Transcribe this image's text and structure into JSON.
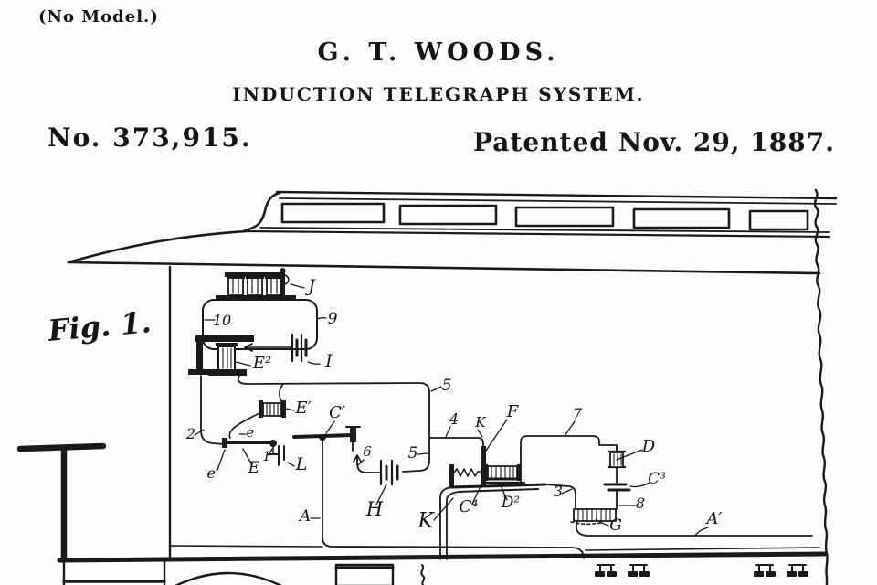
{
  "header": {
    "no_model": "(No Model.)",
    "inventor": "G. T. WOODS.",
    "title": "INDUCTION TELEGRAPH SYSTEM.",
    "patent_number": "No. 373,915.",
    "patent_date": "Patented Nov. 29, 1887."
  },
  "figure": {
    "name": "Fig. 1.",
    "labels": {
      "j": "J",
      "n10": "10",
      "n9": "9",
      "i": "I",
      "e2": "E²",
      "ep": "E′",
      "cp": "C′",
      "n2": "2",
      "e": "e",
      "n1": "1",
      "eprime": "e′",
      "E": "E",
      "L": "L",
      "n5a": "5",
      "n4": "4",
      "k_small": "K",
      "F": "F",
      "n5b": "5",
      "n6": "6",
      "H": "H",
      "A": "A",
      "K": "K",
      "c4": "C⁴",
      "d2": "D²",
      "n3": "3",
      "n7": "7",
      "D": "D",
      "c3": "C³",
      "n8": "8",
      "G": "G",
      "a_prime": "A′"
    }
  }
}
